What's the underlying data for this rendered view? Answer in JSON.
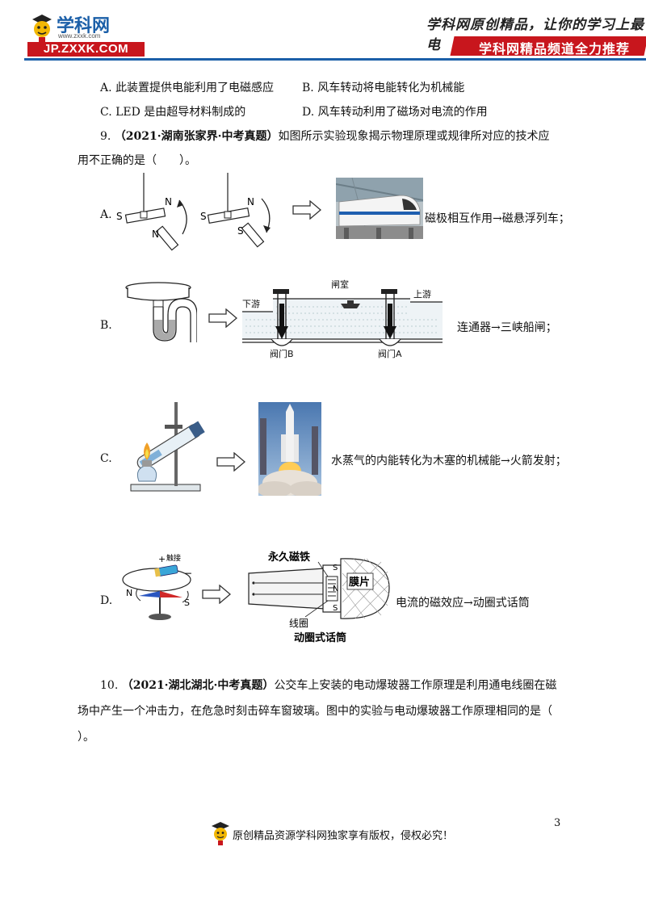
{
  "header": {
    "brand_cn": "学科网",
    "brand_url_small": "www.zxxk.com",
    "brand_domain": "JP.ZXXK.COM",
    "slogan": "学科网原创精品，让你的学习上最电",
    "banner": "学科网精品频道全力推荐",
    "colors": {
      "red": "#c8161d",
      "blue": "#1b5fa8",
      "yellow": "#f2b705"
    }
  },
  "q8_options": {
    "A": "A. 此装置提供电能利用了电磁感应",
    "B": "B. 风车转动将电能转化为机械能",
    "C": "C. LED 是由超导材料制成的",
    "D": "D. 风车转动利用了磁场对电流的作用"
  },
  "q9": {
    "number": "9.",
    "source": "（2021·湖南张家界·中考真题）",
    "stem_line1": "如图所示实验现象揭示物理原理或规律所对应的技术应",
    "stem_line2": "用不正确的是（　　）。",
    "options": {
      "A": {
        "label": "A.",
        "text": "磁极相互作用→磁悬浮列车；",
        "fig": {
          "s1": "S",
          "n1": "N",
          "n1b": "N",
          "s2": "S",
          "n2": "N",
          "s2b": "S"
        }
      },
      "B": {
        "label": "B.",
        "text": "连通器→三峡船闸；",
        "fig": {
          "chamber": "闸室",
          "downstream": "下游",
          "upstream": "上游",
          "gate_b": "阀门B",
          "gate_a": "阀门A"
        }
      },
      "C": {
        "label": "C.",
        "text": "水蒸气的内能转化为木塞的机械能→火箭发射；"
      },
      "D": {
        "label": "D.",
        "text": "电流的磁效应→动圈式话筒",
        "fig": {
          "plus": "+",
          "minus": "−",
          "contact": "触接",
          "n": "N",
          "s": "S",
          "magnet": "永久磁铁",
          "membrane": "膜片",
          "coil": "线圈",
          "caption": "动圈式话筒",
          "s_top": "S",
          "n_mid": "N",
          "s_bot": "S"
        }
      }
    }
  },
  "q10": {
    "number": "10.",
    "source": "（2021·湖北湖北·中考真题）",
    "line1": "公交车上安装的电动爆玻器工作原理是利用通电线圈在磁",
    "line2": "场中产生一个冲击力，在危急时刻击碎车窗玻璃。图中的实验与电动爆玻器工作原理相同的是（",
    "line3": "）。"
  },
  "footer": {
    "page_number": "3",
    "copyright": "原创精品资源学科网独家享有版权，侵权必究！"
  }
}
